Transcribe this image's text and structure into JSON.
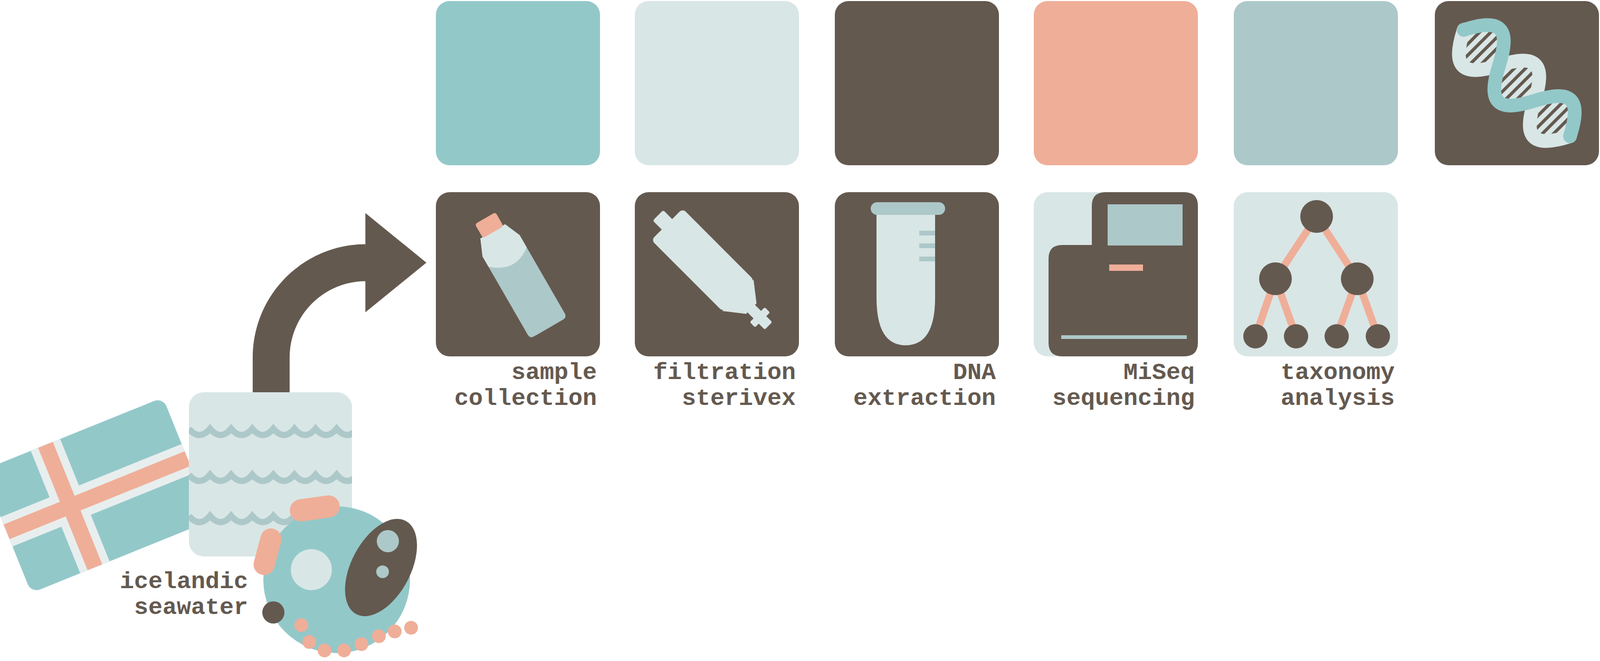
{
  "diagram": {
    "nodes": [
      {
        "text": [
          "icelandic seawater"
        ]
      },
      {
        "text": [
          "sample collection"
        ]
      },
      {
        "text": [
          "filtration sterivex"
        ]
      },
      {
        "text": [
          "DNA extraction"
        ]
      },
      {
        "text": [
          "MiSeq sequencing"
        ]
      },
      {
        "text": [
          "taxonomy analysis"
        ]
      }
    ],
    "edges": [
      {
        "from": 0,
        "to": 1,
        "arrow": "to"
      }
    ]
  }
}
